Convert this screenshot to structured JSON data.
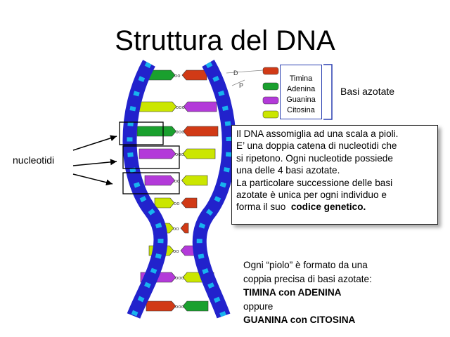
{
  "title": "Struttura del DNA",
  "labels": {
    "d": "D",
    "p": "P",
    "ooo": "ooo",
    "oo": "oo"
  },
  "legend": {
    "items": [
      "Timina",
      "Adenina",
      "Guanina",
      "Citosina"
    ],
    "colors": [
      "#d13a16",
      "#1aa02e",
      "#b33ad9",
      "#cbe600"
    ]
  },
  "basi_label": "Basi azotate",
  "nucleotidi_label": "nucleotidi",
  "info": {
    "lines": [
      "Il DNA assomiglia ad una scala a pioli.",
      "E’ una doppia catena di nucleotidi che",
      "si ripetono. Ogni nucleotide possiede",
      "una delle 4 basi azotate.",
      "La particolare successione delle basi",
      "azotate è unica per ogni individuo e"
    ],
    "last_prefix": "forma il suo  ",
    "last_bold": "codice genetico."
  },
  "piolo": {
    "lines": [
      "Ogni “piolo” è formato da una",
      "coppia precisa di basi azotate:"
    ],
    "bold1": "TIMINA con ADENINA",
    "or": "oppure",
    "bold2": "GUANINA con CITOSINA"
  },
  "colors": {
    "backbone": "#2222cc",
    "accent": "#18b3ee",
    "black": "#000000"
  }
}
